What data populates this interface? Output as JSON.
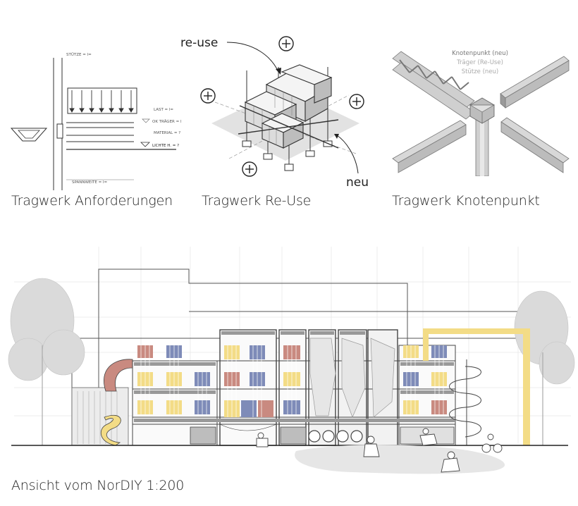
{
  "captions": {
    "requirements": "Tragwerk Anforderungen",
    "reuse": "Tragwerk Re-Use",
    "node": "Tragwerk Knotenpunkt",
    "elevation": "Ansicht vom NorDIY 1:200"
  },
  "requirements_labels": {
    "column": "STÜTZE = l=",
    "load": "LAST = l=",
    "beam_top": "OK TRÄGER = l",
    "material": "MATERIAL = ?",
    "clearance": "LICHTE H. = ?",
    "span": "SPANNWEITE = l="
  },
  "reuse_labels": {
    "reuse": "re-use",
    "new": "neu"
  },
  "node_legend": {
    "node": "Knotenpunkt (neu)",
    "beam": "Träger (Re-Use)",
    "column": "Stütze (neu)"
  },
  "colors": {
    "ink": "#333333",
    "steel": "#cfcfcf",
    "steel_dark": "#9a9a9a",
    "yellow": "#f3dc86",
    "red": "#c98a80",
    "blue": "#7e8bb8",
    "tree": "#d8d8d8",
    "ground_shadow": "#e6e6e6",
    "grid": "#e8e8e8"
  }
}
